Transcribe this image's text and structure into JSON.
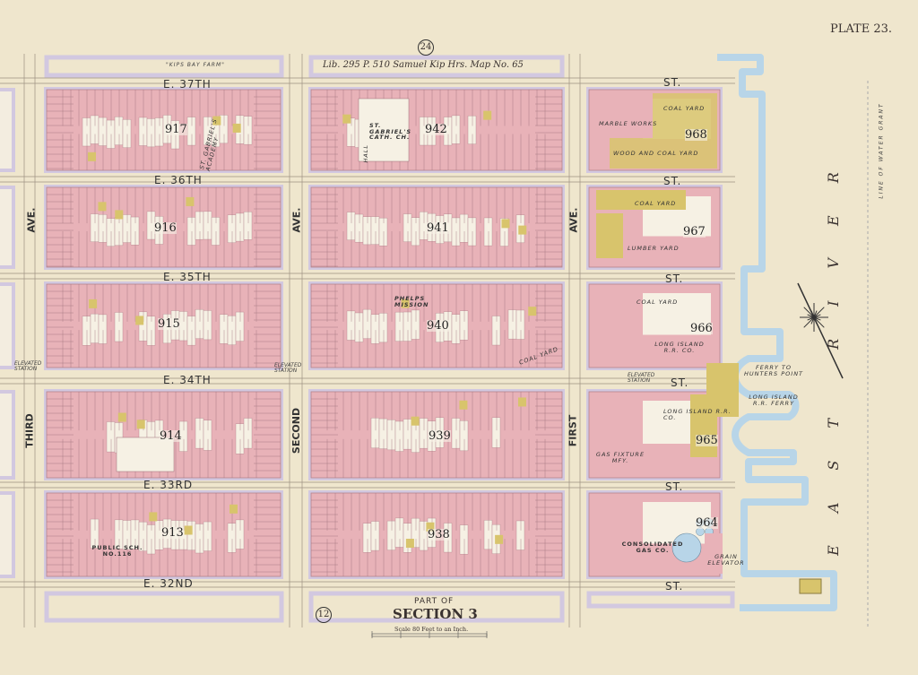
{
  "plate": "PLATE 23.",
  "adjoining_plates": {
    "north": "24",
    "south": "12"
  },
  "top_notes": {
    "farm": "\"KIPS BAY FARM\"",
    "reference": "Lib. 295 P. 510   Samuel Kip Hrs. Map No. 65"
  },
  "footer": {
    "part_of": "PART OF",
    "section": "SECTION 3",
    "scale": "Scale 80 Feet to an Inch."
  },
  "streets": [
    "E. 37TH",
    "E. 36TH",
    "E. 35TH",
    "E. 34TH",
    "E. 33RD",
    "E. 32ND"
  ],
  "street_suffix": "ST.",
  "avenues": {
    "third": {
      "name": "THIRD",
      "abbr": "AVE."
    },
    "second": {
      "name": "SECOND",
      "abbr": "AVE."
    },
    "first": {
      "name": "FIRST",
      "abbr": "AVE."
    }
  },
  "blocks": [
    [
      "917",
      "942",
      "968"
    ],
    [
      "916",
      "941",
      "967"
    ],
    [
      "915",
      "940",
      "966"
    ],
    [
      "914",
      "939",
      "965"
    ],
    [
      "913",
      "938",
      "964"
    ]
  ],
  "block_labels": {
    "st_gabriels_academy": "ST. GABRIEL'S ACADEMY",
    "st_gabriels_church": "ST. GABRIEL'S CATH. CH.",
    "hall": "HALL",
    "marble_works": "MARBLE WORKS",
    "coal_yard_968": "COAL YARD",
    "wood_coal_yard": "WOOD AND COAL YARD",
    "coal_yard_967": "COAL YARD",
    "lumber_yard": "LUMBER YARD",
    "phelps_mission": "PHELPS MISSION",
    "coal_yard_940": "COAL YARD",
    "coal_yard_966": "COAL YARD",
    "long_island_rr_966": "LONG ISLAND R.R. CO.",
    "long_island_rr_965": "LONG ISLAND R.R. CO.",
    "gas_fixture": "GAS FIXTURE MFY.",
    "public_school": "PUBLIC SCH. NO.116",
    "consolidated_gas": "CONSOLIDATED GAS CO.",
    "grain_elevator": "GRAIN ELEVATOR"
  },
  "elevated_station": "ELEVATED STATION",
  "ferry_hunters_point": "FERRY TO HUNTERS POINT",
  "li_ferry": "LONG ISLAND R.R. FERRY",
  "river": "EAST RIVER",
  "water_grant": "LINE OF WATER GRANT",
  "colors": {
    "paper": "#efe6cd",
    "brick": "#e8b2b8",
    "frame": "#f6f1e4",
    "stone_yellow": "#d8c46c",
    "sidewalk": "#d2c8e0",
    "water": "#b8d5e8"
  }
}
